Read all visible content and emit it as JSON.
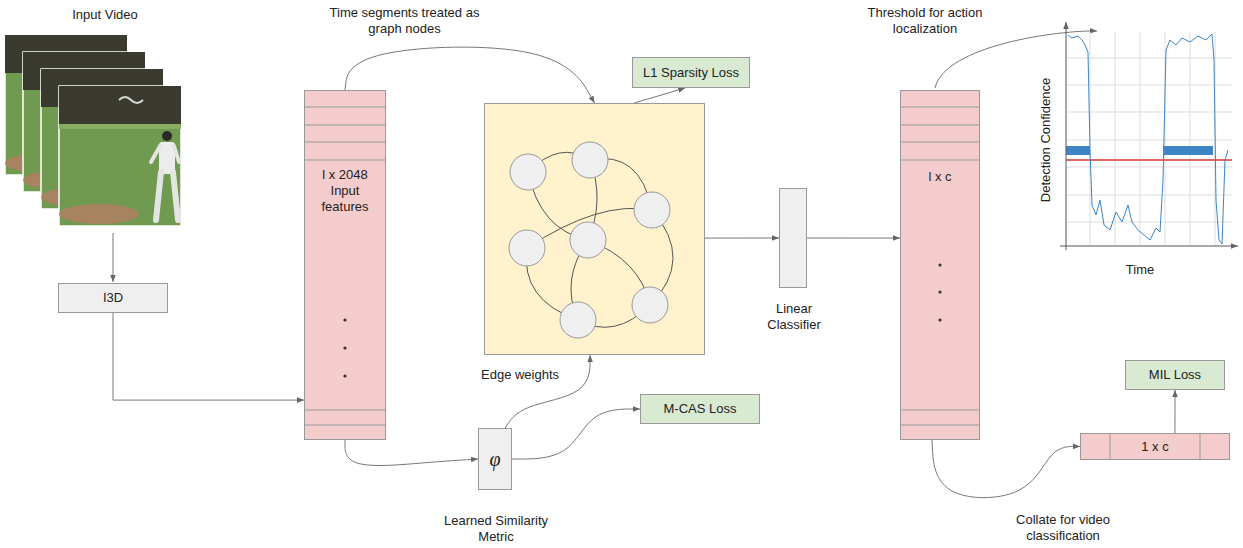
{
  "diagram": {
    "nodes": [
      {
        "text": [
          "I3D"
        ]
      },
      {
        "text": [
          "l x 2048 Input features"
        ]
      },
      {
        "text": [
          "L1 Sparsity Loss"
        ]
      },
      {
        "text": [
          "Edge weights"
        ]
      },
      {
        "text": [
          "φ",
          "Learned Similarity Metric"
        ]
      },
      {
        "text": [
          "M-CAS Loss"
        ]
      },
      {
        "text": [
          "Linear Classifier"
        ]
      },
      {
        "text": [
          "l x c"
        ]
      },
      {
        "text": [
          "MIL Loss"
        ]
      },
      {
        "text": [
          "1 x c"
        ]
      }
    ],
    "edges": [
      {
        "from": 0,
        "to": 1,
        "arrow": "to"
      },
      {
        "from": 1,
        "to": 3,
        "arrow": "to"
      },
      {
        "from": 3,
        "to": 2,
        "arrow": "to"
      },
      {
        "from": 1,
        "to": 4,
        "arrow": "to"
      },
      {
        "from": 4,
        "to": 3,
        "arrow": "to"
      },
      {
        "from": 4,
        "to": 5,
        "arrow": "to"
      },
      {
        "from": 3,
        "to": 6,
        "arrow": "to"
      },
      {
        "from": 6,
        "to": 7,
        "arrow": "to"
      },
      {
        "from": 7,
        "to": 9,
        "arrow": "to"
      },
      {
        "from": 9,
        "to": 8,
        "arrow": "to"
      }
    ],
    "labels": [
      "Input Video",
      "Time segments treated as graph nodes",
      "Threshold for action localization",
      "Detection Confidence",
      "Time",
      "Collate for video classification"
    ]
  }
}
